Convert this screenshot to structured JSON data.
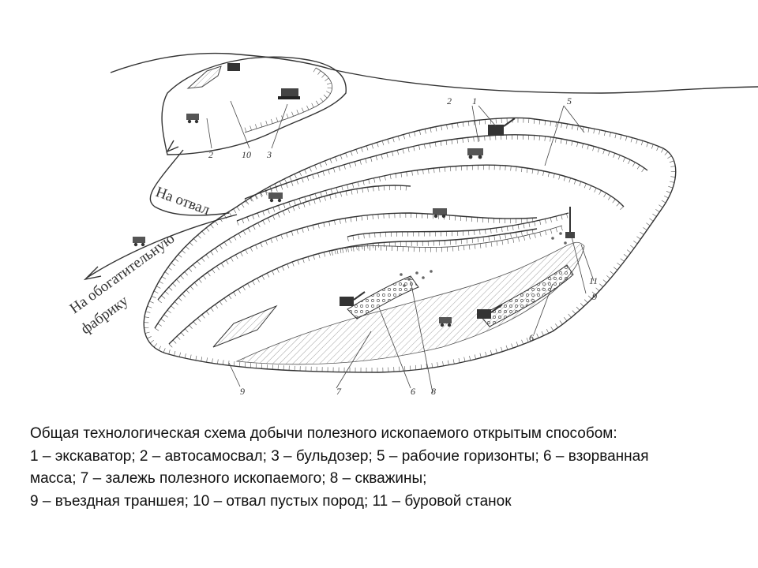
{
  "diagram": {
    "labels": {
      "otval": "На отвал",
      "fabrika_line1": "На обогатительную",
      "fabrika_line2": "фабрику",
      "n1": "1",
      "n2a": "2",
      "n2b": "2",
      "n3": "3",
      "n5": "5",
      "n6a": "6",
      "n6b": "6",
      "n7": "7",
      "n8": "8",
      "n9a": "9",
      "n9b": "9",
      "n10": "10",
      "n11": "11"
    }
  },
  "caption": {
    "line1": "Общая технологическая схема добычи полезного ископаемого открытым способом:",
    "line2": "1 – экскаватор; 2 – автосамосвал; 3 – бульдозер; 5 – рабочие горизонты; 6 – взорванная",
    "line3": "масса; 7 – залежь полезного ископаемого; 8 – скважины;",
    "line4": "9 – въездная траншея; 10 – отвал пустых пород; 11 – буровой станок"
  }
}
